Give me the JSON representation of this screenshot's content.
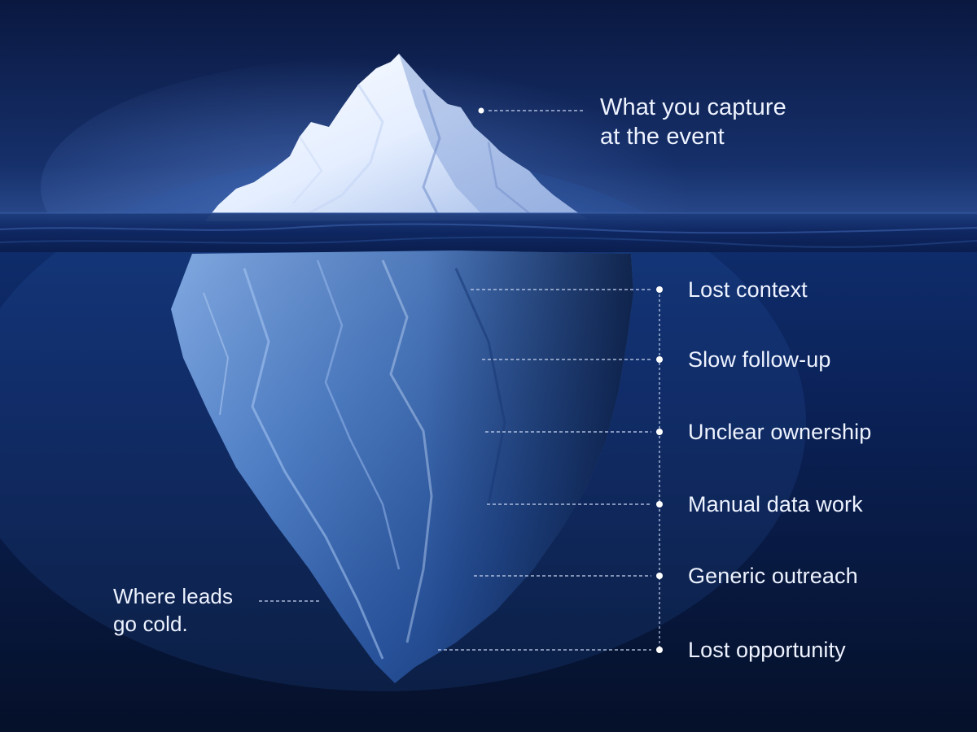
{
  "above_surface": {
    "line1": "What you capture",
    "line2": "at the event"
  },
  "below_surface_caption": {
    "line1": "Where leads",
    "line2": "go cold."
  },
  "issues": [
    {
      "label": "Lost context"
    },
    {
      "label": "Slow follow-up"
    },
    {
      "label": "Unclear ownership"
    },
    {
      "label": "Manual data work"
    },
    {
      "label": "Generic outreach"
    },
    {
      "label": "Lost opportunity"
    }
  ],
  "colors": {
    "sky_top": "#0b1a45",
    "sky_horizon": "#1f3a7a",
    "sea_deep": "#061230",
    "sea_mid": "#0d2a66",
    "ice_light": "#f2f7ff",
    "ice_shadow": "#7f9dd0",
    "ice_underwater": "#5b8fd9",
    "ice_underwater_dark": "#14306b",
    "text": "#eef3ff",
    "connector": "#c9d6f2"
  }
}
